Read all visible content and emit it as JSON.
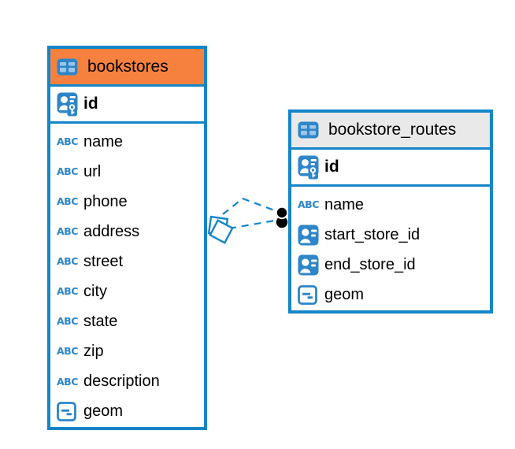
{
  "app": {
    "view": "entity-relationship-diagram"
  },
  "colors": {
    "background": "#ffffff",
    "table_border": "#1585C9",
    "icon_blue": "#2E86C9",
    "bookstores_header": "#F6813E",
    "bookstore_routes_header": "#E9E9E9",
    "relationship_line": "#1585C9",
    "many_end_dot": "#000000"
  },
  "icons": {
    "text_type_glyph": "ABC"
  },
  "tables": [
    {
      "name": "bookstores",
      "header_color": "#F6813E",
      "columns": [
        {
          "name": "id",
          "icon": "primary-key-icon"
        },
        {
          "name": "name",
          "icon": "text-type-icon"
        },
        {
          "name": "url",
          "icon": "text-type-icon"
        },
        {
          "name": "phone",
          "icon": "text-type-icon"
        },
        {
          "name": "address",
          "icon": "text-type-icon"
        },
        {
          "name": "street",
          "icon": "text-type-icon"
        },
        {
          "name": "city",
          "icon": "text-type-icon"
        },
        {
          "name": "state",
          "icon": "text-type-icon"
        },
        {
          "name": "zip",
          "icon": "text-type-icon"
        },
        {
          "name": "description",
          "icon": "text-type-icon"
        },
        {
          "name": "geom",
          "icon": "geometry-type-icon"
        }
      ]
    },
    {
      "name": "bookstore_routes",
      "header_color": "#E9E9E9",
      "columns": [
        {
          "name": "id",
          "icon": "primary-key-icon"
        },
        {
          "name": "name",
          "icon": "text-type-icon"
        },
        {
          "name": "start_store_id",
          "icon": "reference-type-icon"
        },
        {
          "name": "end_store_id",
          "icon": "reference-type-icon"
        },
        {
          "name": "geom",
          "icon": "geometry-type-icon"
        }
      ]
    }
  ],
  "relationships": [
    {
      "between": [
        "bookstores",
        "bookstore_routes"
      ],
      "line_style": "dashed",
      "start_marker": "diamond",
      "end_marker": "filled-circle"
    },
    {
      "between": [
        "bookstores",
        "bookstore_routes"
      ],
      "line_style": "dashed",
      "start_marker": "diamond",
      "end_marker": "filled-circle"
    }
  ]
}
